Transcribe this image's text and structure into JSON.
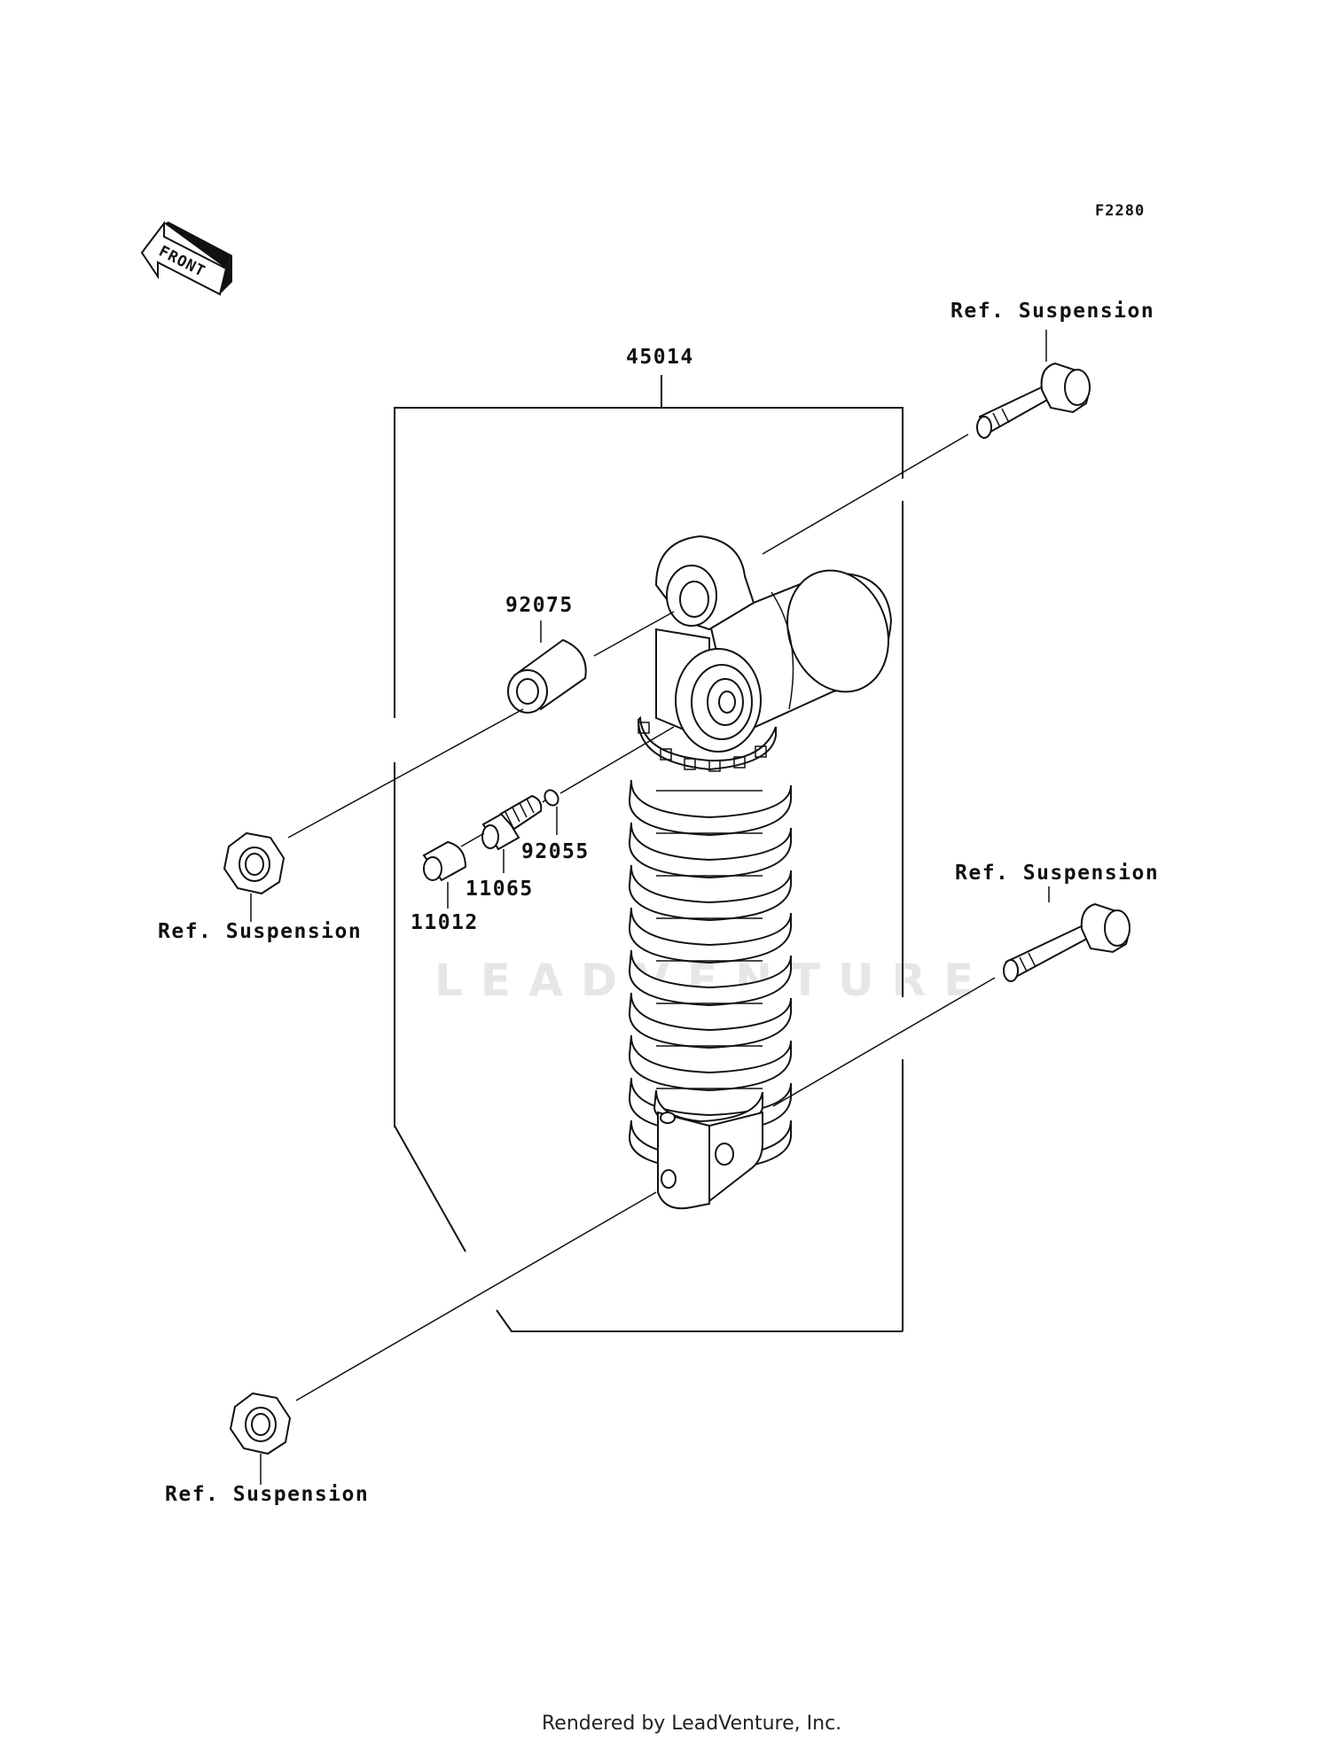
{
  "diagram_code": "F2280",
  "front_arrow_label": "FRONT",
  "watermark": "LEADVENTURE",
  "footer": "Rendered by LeadVenture, Inc.",
  "parts": {
    "shock_assembly": "45014",
    "collar": "92075",
    "o_ring": "92055",
    "valve": "11065",
    "cap": "11012"
  },
  "refs": {
    "upper_bolt": "Ref. Suspension",
    "lower_bolt": "Ref. Suspension",
    "upper_nut": "Ref. Suspension",
    "lower_nut": "Ref. Suspension"
  }
}
